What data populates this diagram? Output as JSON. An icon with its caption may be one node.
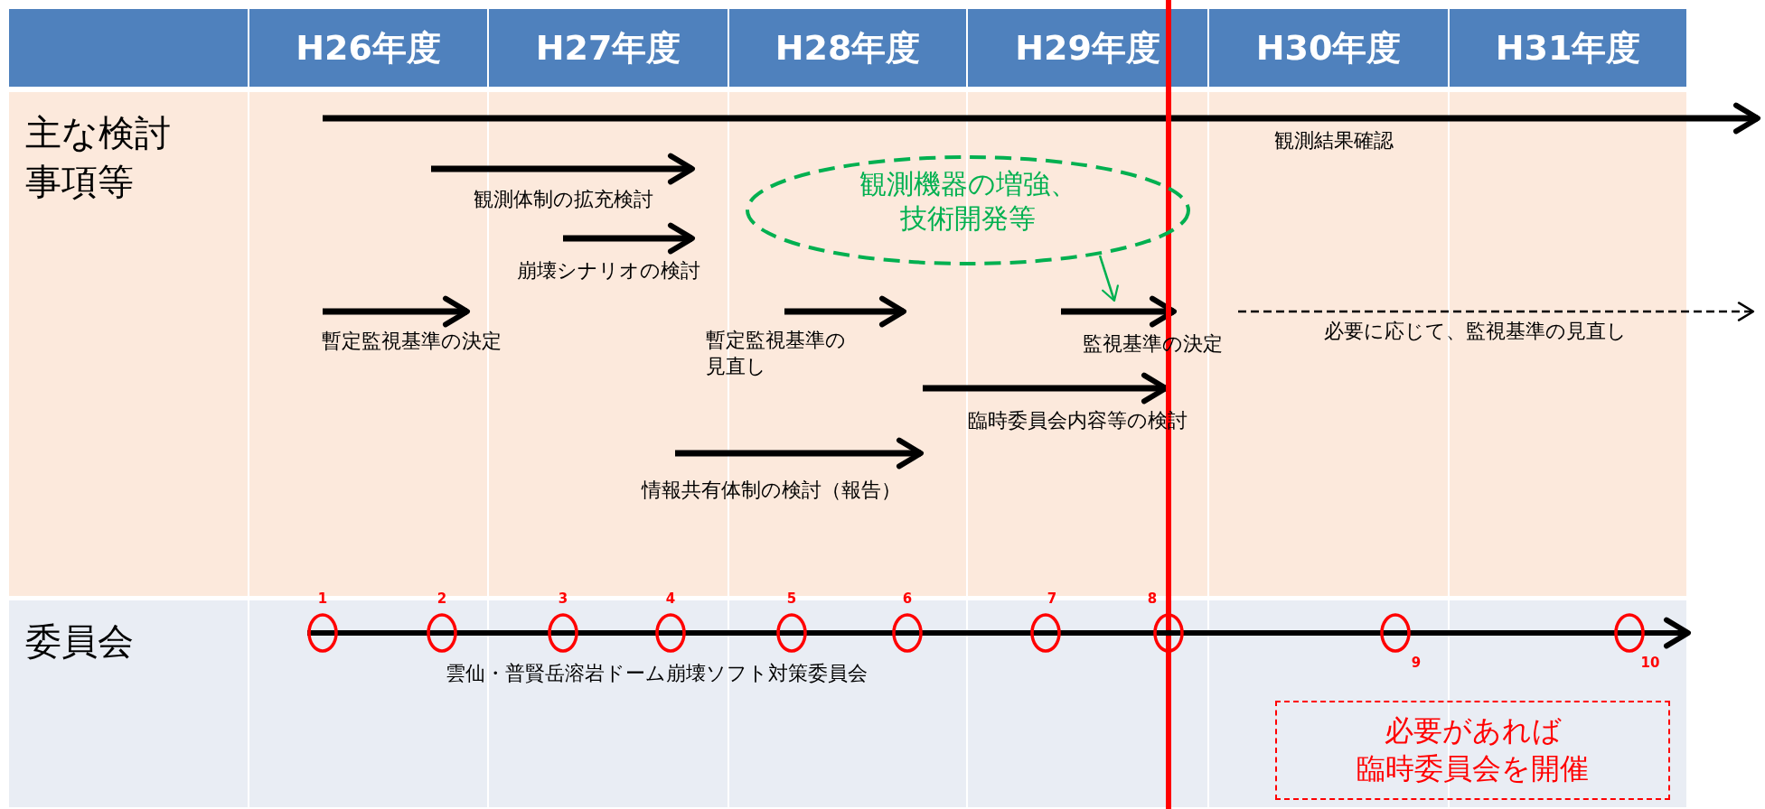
{
  "diagram": {
    "nodes": [
      {
        "text": [],
        "shape": "box"
      },
      {
        "text": [
          "H26年度"
        ]
      },
      {
        "text": [
          "H27年度"
        ]
      },
      {
        "text": [
          "H28年度"
        ]
      },
      {
        "text": [
          "H29年度"
        ]
      },
      {
        "text": [
          "H30年度"
        ]
      },
      {
        "text": [
          "H31年度"
        ]
      },
      {
        "text": [
          "主な検討事項等"
        ]
      },
      {
        "text": [
          "観測機器の増強、技術開発等"
        ],
        "in": 7
      },
      {
        "text": [
          "監視基準の決定"
        ],
        "in": 7
      },
      {
        "text": [
          "委員会"
        ]
      },
      {
        "text": [],
        "shape": "circle",
        "in": 10,
        "beside": [
          "1"
        ]
      },
      {
        "text": [],
        "shape": "circle",
        "in": 10,
        "beside": [
          "2"
        ]
      },
      {
        "text": [],
        "shape": "circle",
        "in": 10,
        "beside": [
          "3"
        ]
      },
      {
        "text": [],
        "shape": "circle",
        "in": 10,
        "beside": [
          "4"
        ]
      },
      {
        "text": [],
        "shape": "circle",
        "in": 10,
        "beside": [
          "5"
        ]
      },
      {
        "text": [],
        "shape": "circle",
        "in": 10,
        "beside": [
          "6"
        ]
      },
      {
        "text": [],
        "shape": "circle",
        "in": 10,
        "beside": [
          "7"
        ]
      },
      {
        "text": [],
        "shape": "circle",
        "in": 10,
        "beside": [
          "8"
        ]
      },
      {
        "text": [],
        "shape": "circle",
        "in": 10,
        "beside": [
          "9"
        ]
      },
      {
        "text": [],
        "shape": "circle",
        "in": 10,
        "beside": [
          "10"
        ]
      },
      {
        "text": [
          "必要があれば臨時委員会を開催"
        ],
        "in": 10
      }
    ],
    "edges": [
      {
        "from": 8,
        "to": 9,
        "arrow": "to",
        "color": "#00b050"
      },
      {
        "from": 11,
        "to": 12,
        "arrow": "none"
      },
      {
        "from": 12,
        "to": 13,
        "arrow": "none"
      },
      {
        "from": 13,
        "to": 14,
        "arrow": "none"
      },
      {
        "from": 14,
        "to": 15,
        "arrow": "none"
      },
      {
        "from": 15,
        "to": 16,
        "arrow": "none"
      },
      {
        "from": 16,
        "to": 17,
        "arrow": "none"
      },
      {
        "from": 17,
        "to": 18,
        "arrow": "none"
      },
      {
        "from": 18,
        "to": 19,
        "arrow": "none"
      },
      {
        "from": 19,
        "to": 20,
        "arrow": "none"
      },
      {
        "from": 20,
        "to": null,
        "arrow": "to"
      }
    ],
    "labels": [
      "観測結果確認",
      "観測体制の拡充検討",
      "崩壊シナリオの検討",
      "暫定監視基準の決定",
      "暫定監視基準の見直し",
      "必要に応じて、監視基準の見直し",
      "臨時委員会内容等の検討",
      "情報共有体制の検討（報告）",
      "雲仙・普賢岳溶岩ドーム崩壊ソフト対策委員会"
    ]
  }
}
